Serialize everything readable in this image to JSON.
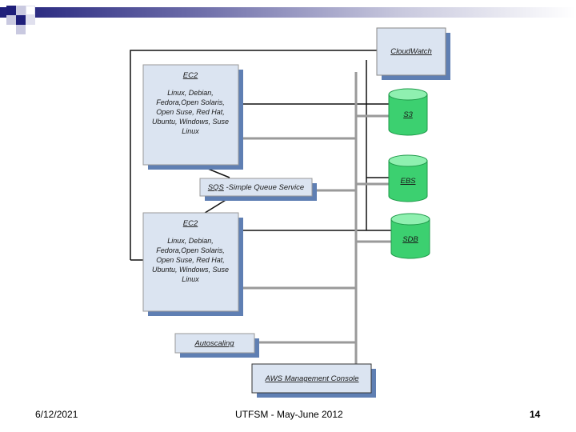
{
  "diagram": {
    "cloudwatch": "CloudWatch",
    "ec2_top": {
      "title": "EC2",
      "lines": [
        "Linux, Debian,",
        "Fedora,Open Solaris,",
        "Open Suse, Red Hat,",
        "Ubuntu, Windows, Suse",
        "Linux"
      ]
    },
    "ec2_bottom": {
      "title": "EC2",
      "lines": [
        "Linux, Debian,",
        "Fedora,Open Solaris,",
        "Open Suse, Red Hat,",
        "Ubuntu, Windows, Suse",
        "Linux"
      ]
    },
    "sqs_abbr": "SQS",
    "sqs_rest": " -Simple Queue Service",
    "s3": "S3",
    "ebs": "EBS",
    "sdb": "SDB",
    "autoscaling": "Autoscaling",
    "console": "AWS Management Console"
  },
  "footer": {
    "date": "6/12/2021",
    "center": "UTFSM - May-June 2012",
    "page": "14"
  },
  "colors": {
    "box_fill": "#dbe4f1",
    "shadow": "#5f7fb3",
    "cylinder": "#3cd070",
    "cylinder_top": "#8ff0b0",
    "gray_line": "#9a9a9a"
  }
}
